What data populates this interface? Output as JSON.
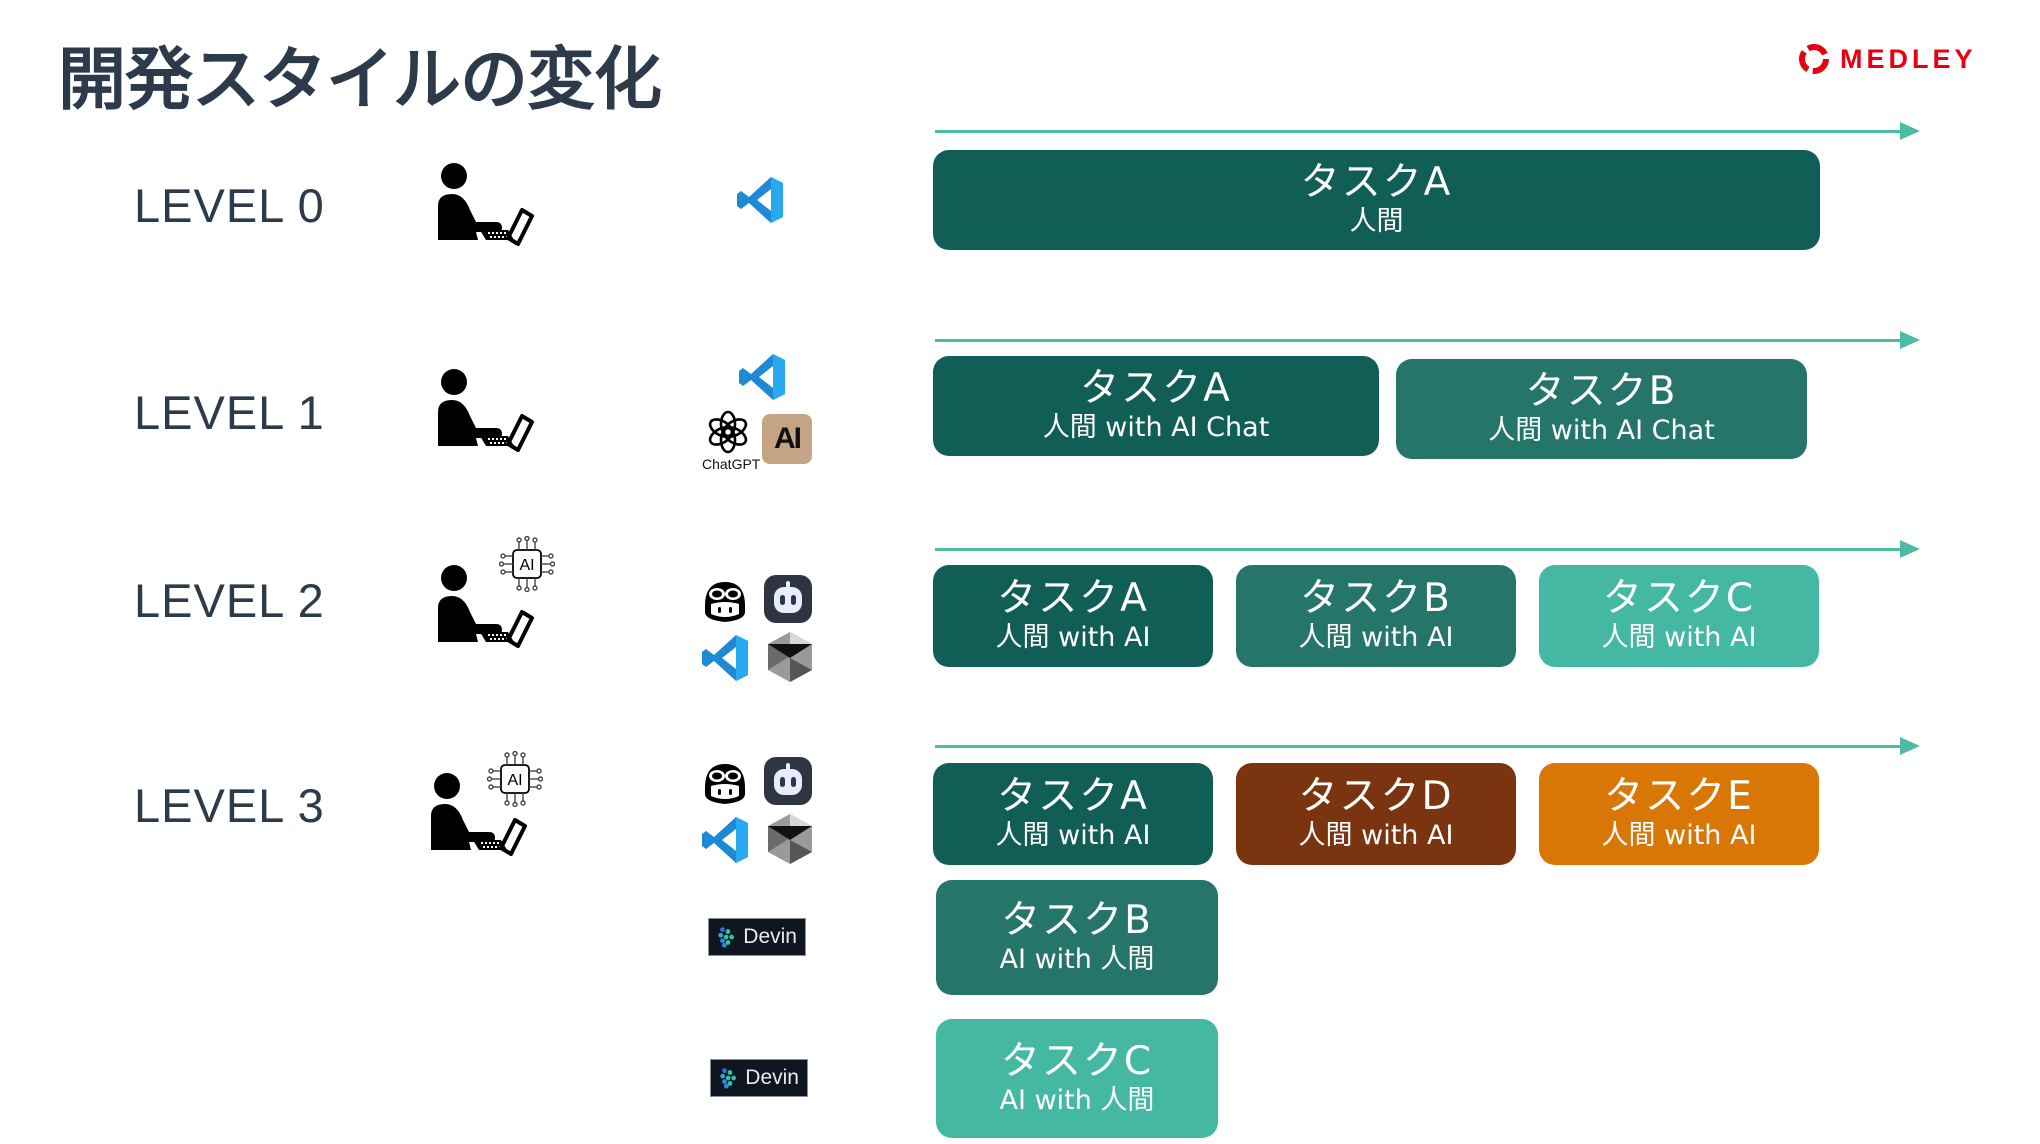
{
  "header": {
    "title": "開発スタイルの変化",
    "logo_text": "MEDLEY"
  },
  "colors": {
    "title": "#2d3a4a",
    "brand_red": "#e60012",
    "arrow": "#4dbba6",
    "task_dark_teal": "#115e56",
    "task_mid_teal": "#26756b",
    "task_light_teal": "#45b8a4",
    "task_brown": "#7a3510",
    "task_orange": "#d97706"
  },
  "levels": [
    {
      "label": "LEVEL 0",
      "person_icon": "person-laptop-icon",
      "tools": [
        "vscode-icon"
      ],
      "tasks": [
        {
          "name": "タスクA",
          "actor": "人間"
        }
      ]
    },
    {
      "label": "LEVEL 1",
      "person_icon": "person-laptop-icon",
      "tools": [
        "vscode-icon",
        "chatgpt-icon",
        "claude-icon"
      ],
      "chatgpt_label": "ChatGPT",
      "claude_glyph": "AI",
      "tasks": [
        {
          "name": "タスクA",
          "actor": "人間 with AI Chat"
        },
        {
          "name": "タスクB",
          "actor": "人間 with AI Chat"
        }
      ]
    },
    {
      "label": "LEVEL 2",
      "person_icon": "person-laptop-ai-chip-icon",
      "chip_label": "AI",
      "tools": [
        "copilot-icon",
        "copilot-bot-icon",
        "vscode-icon",
        "cursor-icon"
      ],
      "tasks": [
        {
          "name": "タスクA",
          "actor": "人間 with AI"
        },
        {
          "name": "タスクB",
          "actor": "人間 with AI"
        },
        {
          "name": "タスクC",
          "actor": "人間 with AI"
        }
      ]
    },
    {
      "label": "LEVEL 3",
      "person_icon": "person-laptop-ai-chip-icon",
      "chip_label": "AI",
      "tools": [
        "copilot-icon",
        "copilot-bot-icon",
        "vscode-icon",
        "cursor-icon",
        "devin-badge",
        "devin-badge"
      ],
      "devin_label": "Devin",
      "tasks": [
        {
          "name": "タスクA",
          "actor": "人間 with AI"
        },
        {
          "name": "タスクD",
          "actor": "人間 with AI"
        },
        {
          "name": "タスクE",
          "actor": "人間 with AI"
        },
        {
          "name": "タスクB",
          "actor": "AI with 人間"
        },
        {
          "name": "タスクC",
          "actor": "AI with 人間"
        }
      ]
    }
  ]
}
